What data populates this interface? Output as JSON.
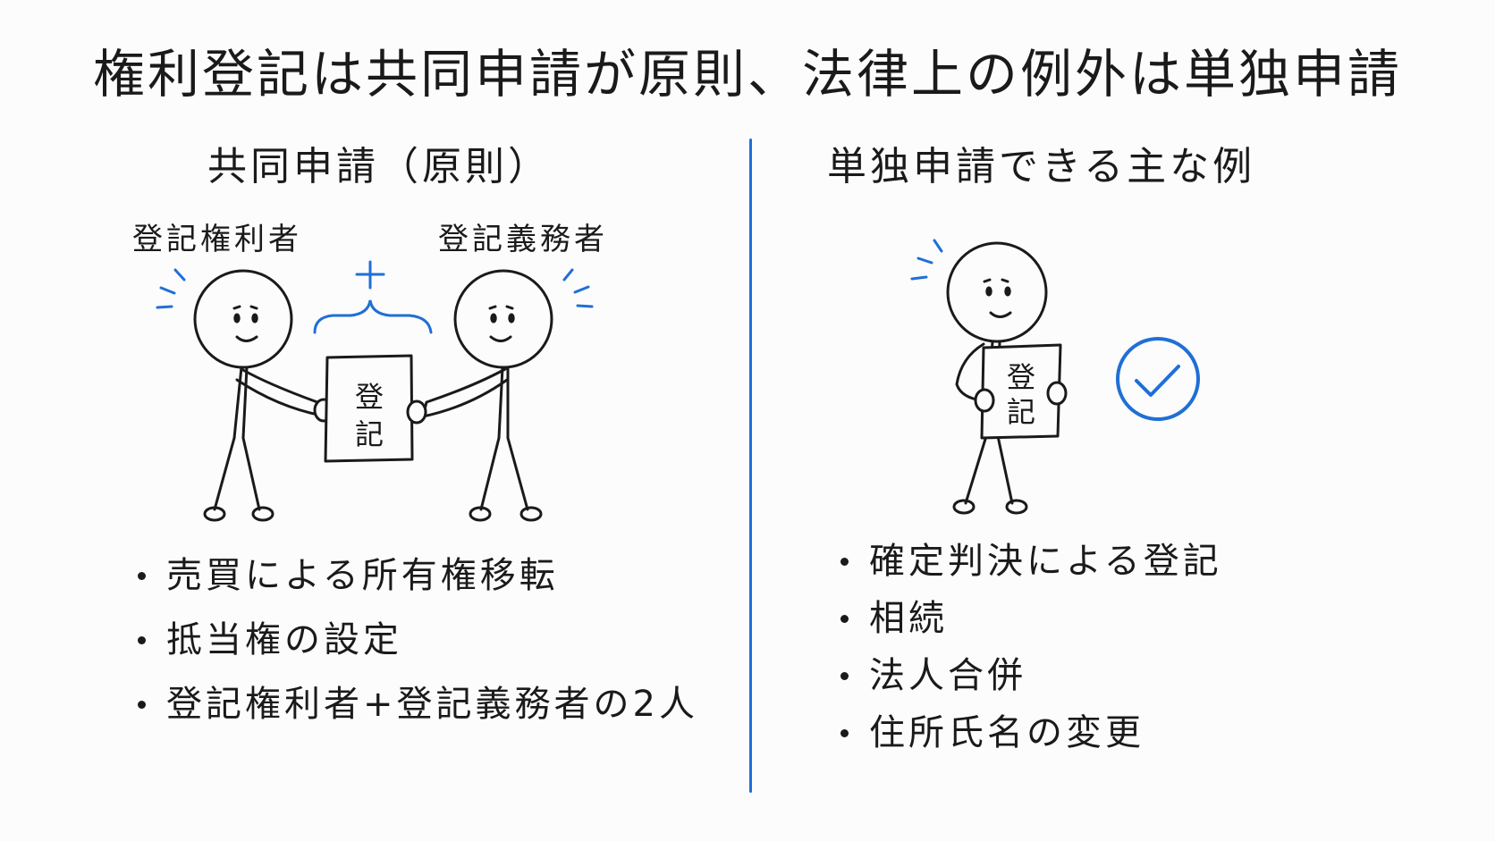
{
  "title": "権利登記は共同申請が原則、法律上の例外は単独申請",
  "left_section": {
    "heading": "共同申請（原則）",
    "role_left": "登記権利者",
    "role_right": "登記義務者",
    "plus": "+",
    "document_chars": [
      "登",
      "記"
    ],
    "bullets": [
      "売買による所有権移転",
      "抵当権の設定",
      "登記権利者+登記義務者の2人"
    ]
  },
  "right_section": {
    "heading": "単独申請できる主な例",
    "document_chars": [
      "登",
      "記"
    ],
    "bullets": [
      "確定判決による登記",
      "相続",
      "法人合併",
      "住所氏名の変更"
    ]
  },
  "colors": {
    "accent": "#1f6fd6",
    "ink": "#1a1a1a",
    "background": "#fcfcfc"
  },
  "icons": [
    "plus-icon",
    "brace-icon",
    "checkmark-circle-icon",
    "sparkle-lines-icon",
    "stick-figure-icon",
    "document-icon"
  ]
}
